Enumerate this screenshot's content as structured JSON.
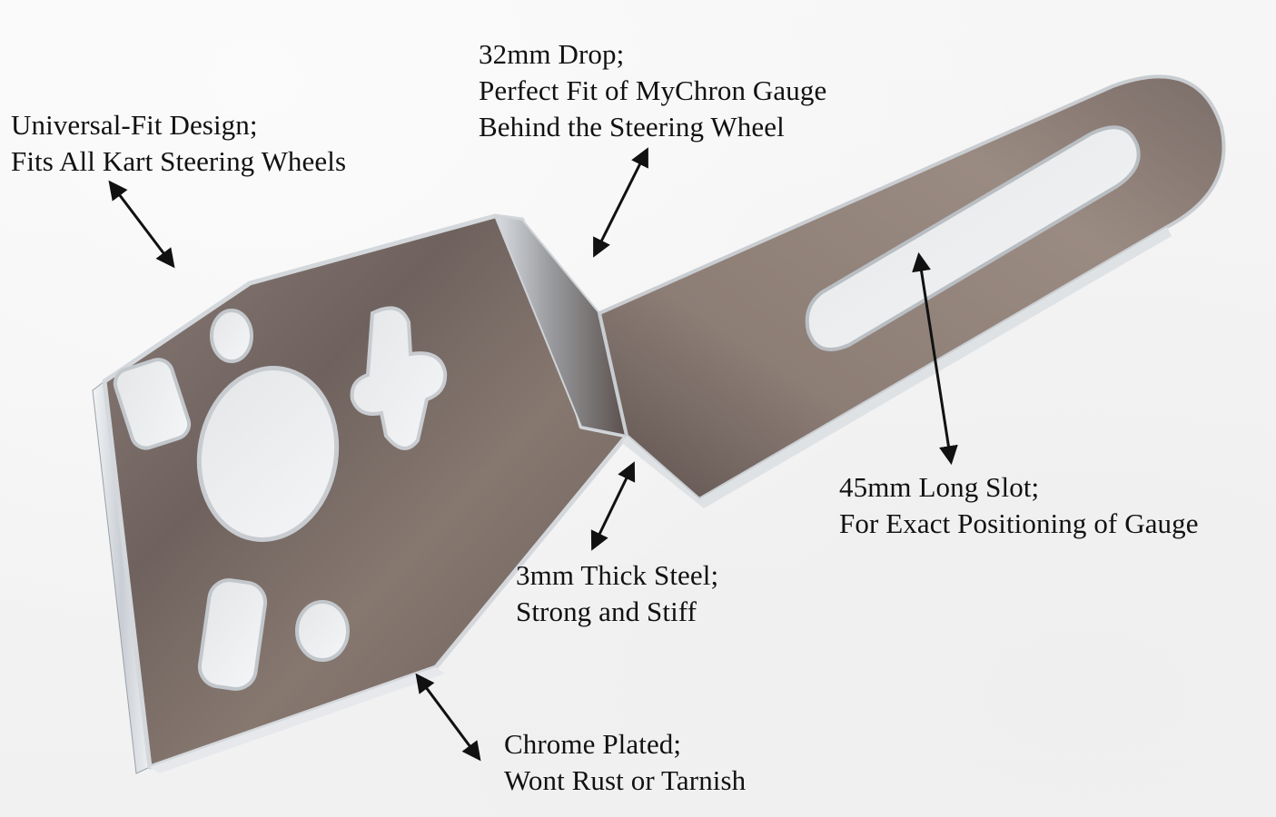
{
  "image": {
    "subject": "Chrome plated kart gauge mounting bracket",
    "background_color": "#f3f3f3",
    "metal_color": "#7d6e69",
    "chrome_color": "#d9dde2",
    "text_color": "#111111"
  },
  "callouts": [
    {
      "id": "universal-fit",
      "lines": [
        "Universal-Fit Design;",
        "Fits All Kart Steering Wheels"
      ]
    },
    {
      "id": "drop",
      "lines": [
        "32mm Drop;",
        "Perfect Fit of MyChron Gauge",
        "Behind the Steering Wheel"
      ]
    },
    {
      "id": "slot",
      "lines": [
        "45mm Long Slot;",
        "For Exact Positioning of Gauge"
      ]
    },
    {
      "id": "thickness",
      "lines": [
        "3mm Thick Steel;",
        "Strong and Stiff"
      ]
    },
    {
      "id": "chrome",
      "lines": [
        "Chrome Plated;",
        "Wont Rust or Tarnish"
      ]
    }
  ],
  "arrows": [
    {
      "id": "universal-arrow",
      "icon": "double-headed-arrow-icon"
    },
    {
      "id": "drop-arrow",
      "icon": "double-headed-arrow-icon"
    },
    {
      "id": "slot-arrow",
      "icon": "double-headed-arrow-icon"
    },
    {
      "id": "thickness-arrow",
      "icon": "double-headed-arrow-icon"
    },
    {
      "id": "chrome-arrow",
      "icon": "double-headed-arrow-icon"
    }
  ]
}
